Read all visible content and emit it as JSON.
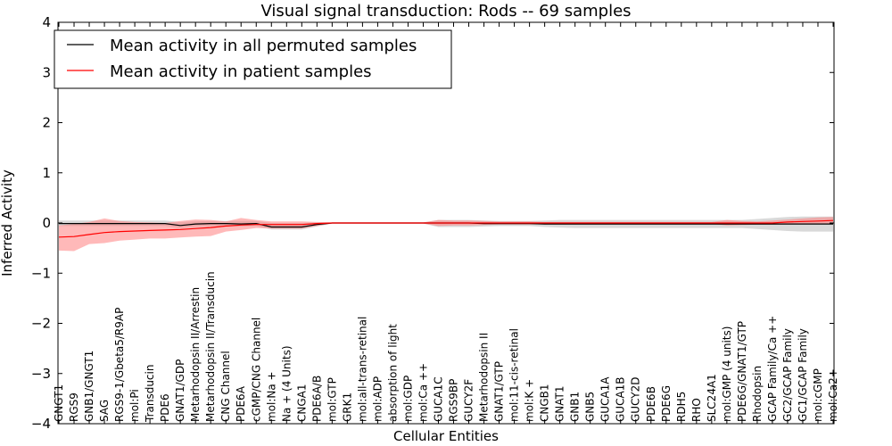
{
  "chart_data": {
    "type": "line",
    "title": "Visual signal transduction: Rods -- 69 samples",
    "xlabel": "Cellular Entities",
    "ylabel": "Inferred Activity",
    "ylim": [
      -4,
      4
    ],
    "yticks": [
      -4,
      -3,
      -2,
      -1,
      0,
      1,
      2,
      3,
      4
    ],
    "ytick_labels": [
      "−4",
      "−3",
      "−2",
      "−1",
      "0",
      "1",
      "2",
      "3",
      "4"
    ],
    "grid": false,
    "legend_position": "top-left",
    "categories": [
      "GNGT1",
      "RGS9",
      "GNB1/GNGT1",
      "SAG",
      "RGS9-1/Gbeta5/R9AP",
      "mol:Pi",
      "Transducin",
      "PDE6",
      "GNAT1/GDP",
      "Metarhodopsin II/Arrestin",
      "Metarhodopsin II/Transducin",
      "CNG Channel",
      "PDE6A",
      "cGMP/CNG Channel",
      "mol:Na +",
      "Na + (4 Units)",
      "CNGA1",
      "PDE6A/B",
      "mol:GTP",
      "GRK1",
      "mol:all-trans-retinal",
      "mol:ADP",
      "absorption of light",
      "mol:GDP",
      "mol:Ca ++",
      "GUCA1C",
      "RGS9BP",
      "GUCY2F",
      "Metarhodopsin II",
      "GNAT1/GTP",
      "mol:11-cis-retinal",
      "mol:K +",
      "CNGB1",
      "GNAT1",
      "GNB1",
      "GNB5",
      "GUCA1A",
      "GUCA1B",
      "GUCY2D",
      "PDE6B",
      "PDE6G",
      "RDH5",
      "RHO",
      "SLC24A1",
      "mol:GMP (4 units)",
      "PDE6G/GNAT1/GTP",
      "Rhodopsin",
      "GCAP Family/Ca ++",
      "GC2/GCAP Family",
      "GC1/GCAP Family",
      "mol:cGMP",
      "mol:Ca2+"
    ],
    "series": [
      {
        "name": "Mean activity in all permuted samples",
        "color": "#000000",
        "band_color": "#b3b3b3",
        "values": [
          -0.01,
          -0.01,
          -0.01,
          -0.01,
          -0.01,
          -0.01,
          -0.01,
          -0.01,
          -0.05,
          -0.02,
          -0.01,
          -0.01,
          -0.02,
          -0.01,
          -0.08,
          -0.08,
          -0.08,
          -0.03,
          0,
          0,
          0,
          0,
          0,
          0,
          0,
          0,
          0,
          0,
          -0.01,
          -0.01,
          -0.01,
          -0.01,
          -0.02,
          -0.02,
          -0.02,
          -0.02,
          -0.02,
          -0.02,
          -0.02,
          -0.02,
          -0.02,
          -0.02,
          -0.02,
          -0.02,
          -0.02,
          -0.02,
          -0.02,
          -0.02,
          -0.02,
          -0.02,
          -0.02,
          -0.02
        ],
        "lower": [
          -0.06,
          -0.06,
          -0.06,
          -0.06,
          -0.06,
          -0.06,
          -0.06,
          -0.06,
          -0.1,
          -0.07,
          -0.06,
          -0.06,
          -0.07,
          -0.06,
          -0.13,
          -0.13,
          -0.13,
          -0.07,
          -0.01,
          -0.01,
          -0.01,
          -0.01,
          -0.01,
          -0.01,
          -0.01,
          -0.08,
          -0.08,
          -0.08,
          -0.07,
          -0.06,
          -0.06,
          -0.06,
          -0.08,
          -0.09,
          -0.1,
          -0.1,
          -0.1,
          -0.1,
          -0.1,
          -0.1,
          -0.1,
          -0.1,
          -0.1,
          -0.1,
          -0.1,
          -0.1,
          -0.12,
          -0.14,
          -0.16,
          -0.17,
          -0.17,
          -0.17
        ],
        "upper": [
          0.05,
          0.05,
          0.05,
          0.05,
          0.05,
          0.05,
          0.05,
          0.05,
          0.02,
          0.03,
          0.04,
          0.04,
          0.04,
          0.04,
          0.0,
          0.0,
          0.0,
          0.01,
          0.01,
          0.01,
          0.01,
          0.01,
          0.01,
          0.01,
          0.01,
          0.06,
          0.06,
          0.06,
          0.05,
          0.04,
          0.04,
          0.04,
          0.05,
          0.06,
          0.06,
          0.06,
          0.06,
          0.06,
          0.06,
          0.06,
          0.06,
          0.06,
          0.06,
          0.06,
          0.06,
          0.06,
          0.08,
          0.1,
          0.12,
          0.13,
          0.13,
          0.13
        ]
      },
      {
        "name": "Mean activity in patient samples",
        "color": "#ff0000",
        "band_color": "#ff8080",
        "values": [
          -0.28,
          -0.27,
          -0.23,
          -0.19,
          -0.17,
          -0.16,
          -0.15,
          -0.14,
          -0.13,
          -0.11,
          -0.09,
          -0.06,
          -0.04,
          -0.03,
          -0.03,
          -0.03,
          -0.03,
          -0.01,
          0,
          0,
          0,
          0,
          0,
          0,
          0,
          0,
          0,
          0,
          0,
          0,
          0,
          0,
          0,
          0,
          0,
          0,
          0,
          0,
          0,
          0,
          0,
          0,
          0,
          0,
          0,
          0,
          0,
          0,
          0.02,
          0.03,
          0.04,
          0.05
        ],
        "lower": [
          -0.55,
          -0.56,
          -0.42,
          -0.4,
          -0.35,
          -0.33,
          -0.31,
          -0.31,
          -0.29,
          -0.27,
          -0.26,
          -0.17,
          -0.14,
          -0.1,
          -0.11,
          -0.11,
          -0.11,
          -0.06,
          -0.01,
          -0.01,
          -0.01,
          -0.01,
          -0.01,
          -0.01,
          -0.01,
          -0.06,
          -0.05,
          -0.05,
          -0.04,
          -0.03,
          -0.03,
          -0.03,
          -0.02,
          -0.02,
          -0.02,
          -0.02,
          -0.02,
          -0.02,
          -0.02,
          -0.02,
          -0.02,
          -0.02,
          -0.02,
          -0.02,
          -0.05,
          -0.04,
          -0.03,
          -0.03,
          -0.02,
          -0.02,
          -0.02,
          -0.02
        ],
        "upper": [
          -0.05,
          -0.02,
          0.02,
          0.09,
          0.04,
          0.02,
          0.01,
          0.0,
          0.04,
          0.07,
          0.06,
          0.03,
          0.1,
          0.06,
          0.03,
          0.03,
          0.03,
          0.02,
          0.01,
          0.01,
          0.01,
          0.01,
          0.01,
          0.01,
          0.01,
          0.06,
          0.05,
          0.05,
          0.04,
          0.03,
          0.03,
          0.03,
          0.02,
          0.02,
          0.02,
          0.02,
          0.02,
          0.02,
          0.02,
          0.02,
          0.02,
          0.02,
          0.02,
          0.02,
          0.06,
          0.04,
          0.03,
          0.05,
          0.07,
          0.09,
          0.11,
          0.12
        ]
      }
    ]
  }
}
